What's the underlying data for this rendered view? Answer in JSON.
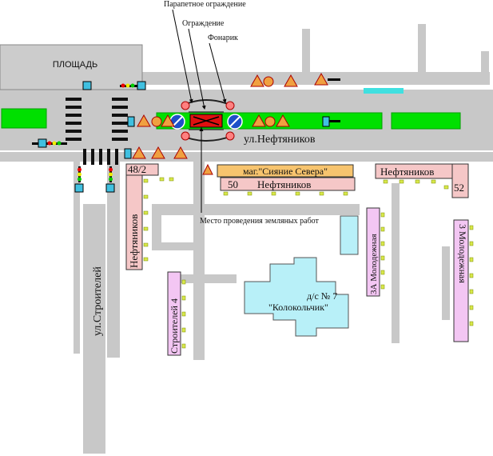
{
  "annotations": {
    "parapet": "Парапетное ограждение",
    "fence": "Ограждение",
    "lantern": "Фонарик",
    "work_site": "Место проведения земляных работ"
  },
  "streets": {
    "neftyanikov": "ул.Нефтяников",
    "stroiteley": "ул.Строителей",
    "ploshchad": "ПЛОЩАДЬ"
  },
  "buildings": {
    "neft_48_2_num": "48/2",
    "neft_48_2_name": "Нефтяников",
    "shop": "маг.\"Сияние Севера\"",
    "neft_50_num": "50",
    "neft_50_name": "Нефтяников",
    "neft_52_name": "Нефтяников",
    "neft_52_num": "52",
    "str4": "Строителей 4",
    "mol3a": "3А Молодежная",
    "mol3": "3 Молодежная",
    "kinder_line1": "д/с № 7",
    "kinder_line2": "\"Колокольчик\""
  },
  "colors": {
    "road": "#c8c8c8",
    "green": "#00e000",
    "pink": "#f5c7c7",
    "kinder": "#b8f0f8",
    "plaza": "#cccccc",
    "shop": "#f7c46e",
    "violet": "#f3c6f3",
    "work": "#e01010",
    "bench": "#d8e84a"
  }
}
